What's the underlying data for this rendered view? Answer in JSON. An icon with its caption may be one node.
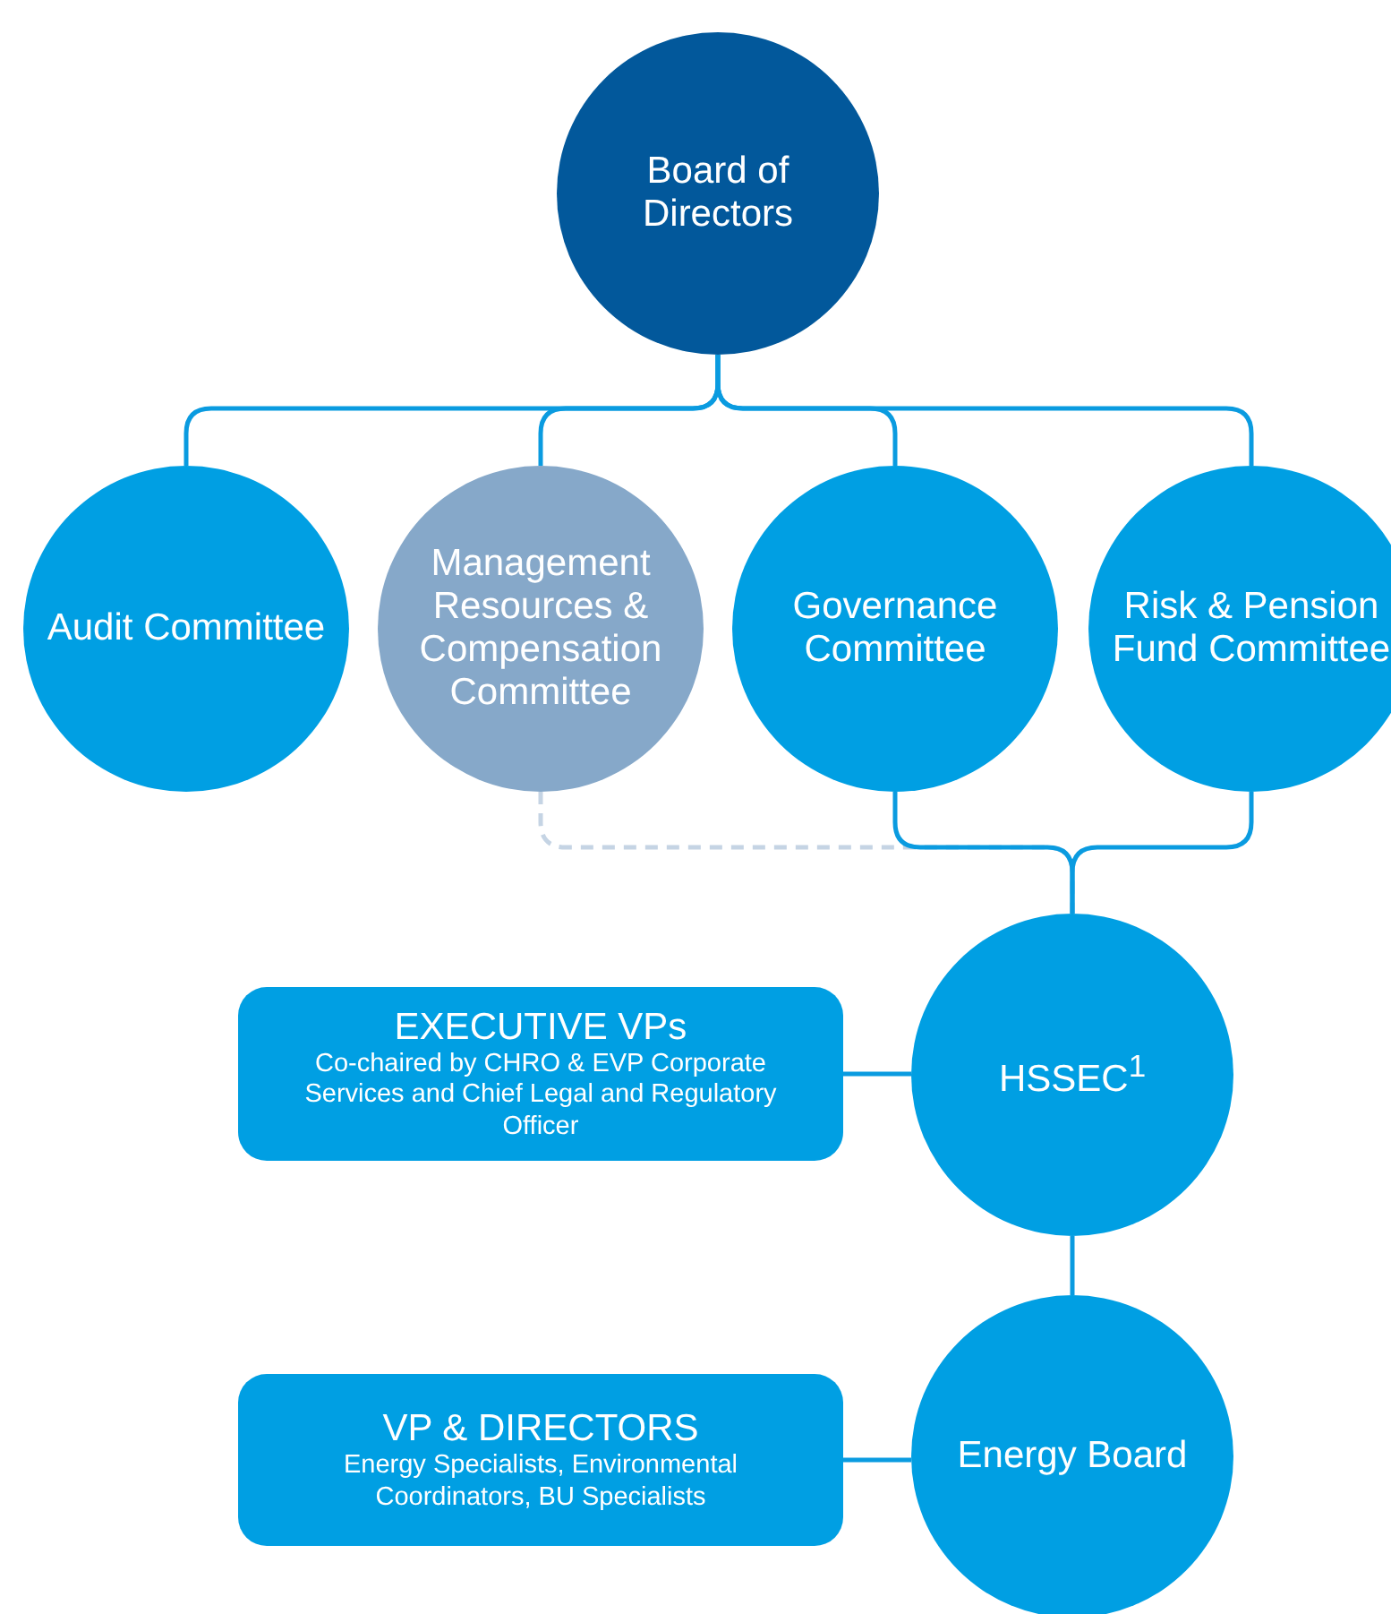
{
  "diagram": {
    "nodes": [
      {
        "text": [
          "Board of Directors"
        ]
      },
      {
        "text": [
          "Audit Committee"
        ]
      },
      {
        "text": [
          "Management Resources & Compensation Committee"
        ]
      },
      {
        "text": [
          "Governance Committee"
        ]
      },
      {
        "text": [
          "Risk & Pension Fund Committee"
        ]
      },
      {
        "text": [
          "EXECUTIVE VPs",
          "Co-chaired by CHRO & EVP Corporate Services and Chief Legal and Regulatory Officer"
        ]
      },
      {
        "text": [
          "HSSEC$^{1}$"
        ]
      },
      {
        "text": [
          "VP & DIRECTORS",
          "Energy Specialists, Environmental Coordinators, BU Specialists"
        ]
      },
      {
        "text": [
          "Energy Board"
        ]
      }
    ],
    "edges": [
      {
        "from": 0,
        "to": 1,
        "arrow": "none"
      },
      {
        "from": 0,
        "to": 2,
        "arrow": "none"
      },
      {
        "from": 0,
        "to": 3,
        "arrow": "none"
      },
      {
        "from": 0,
        "to": 4,
        "arrow": "none"
      },
      {
        "from": 2,
        "to": 6,
        "arrow": "none",
        "style": "dashed",
        "color": "#c5d4e4"
      },
      {
        "from": 3,
        "to": 6,
        "arrow": "none"
      },
      {
        "from": 4,
        "to": 6,
        "arrow": "none"
      },
      {
        "from": 5,
        "to": 6,
        "arrow": "none"
      },
      {
        "from": 6,
        "to": 8,
        "arrow": "none"
      },
      {
        "from": 7,
        "to": 8,
        "arrow": "none"
      }
    ]
  }
}
